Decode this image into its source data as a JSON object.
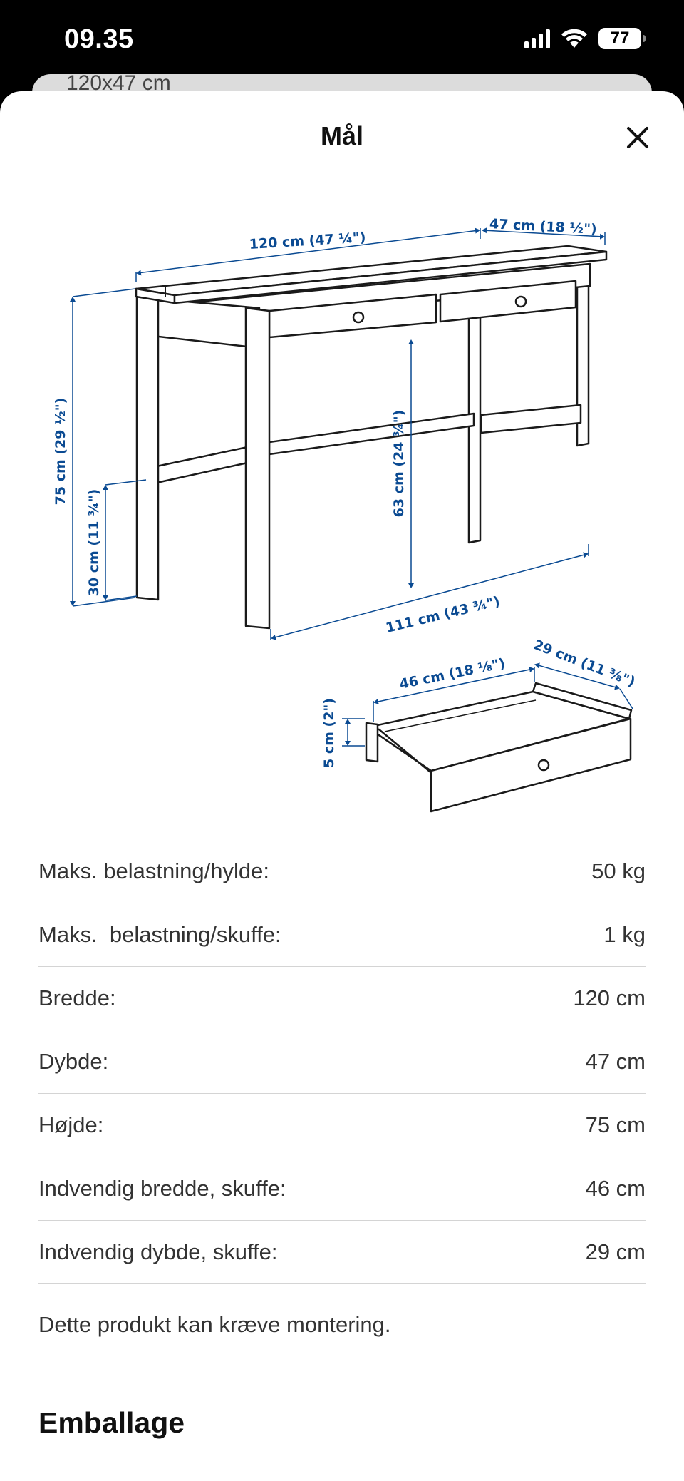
{
  "status_bar": {
    "time": "09.35",
    "battery": "77",
    "icons": [
      "signal-icon",
      "wifi-icon",
      "battery-icon"
    ]
  },
  "background_sheet": {
    "partial_text": "120x47 cm"
  },
  "sheet": {
    "title": "Mål",
    "close_icon": "close-icon"
  },
  "diagram": {
    "labels": {
      "width": "120 cm (47 ¼\")",
      "depth": "47 cm (18 ½\")",
      "height": "75 cm (29 ½\")",
      "shelf_height": "30 cm (11 ¾\")",
      "under_clearance": "63 cm (24 ¾\")",
      "inner_width": "111 cm (43 ¾\")",
      "drawer_width": "46 cm (18 ⅛\")",
      "drawer_depth": "29 cm (11 ⅜\")",
      "drawer_height": "5 cm (2\")"
    }
  },
  "specs": [
    {
      "label": "Maks. belastning/hylde:",
      "value": "50 kg"
    },
    {
      "label": "Maks.  belastning/skuffe:",
      "value": "1 kg"
    },
    {
      "label": "Bredde:",
      "value": "120 cm"
    },
    {
      "label": "Dybde:",
      "value": "47 cm"
    },
    {
      "label": "Højde:",
      "value": "75 cm"
    },
    {
      "label": "Indvendig bredde, skuffe:",
      "value": "46 cm"
    },
    {
      "label": "Indvendig dybde, skuffe:",
      "value": "29 cm"
    }
  ],
  "note": "Dette produkt kan kræve montering.",
  "packaging_heading": "Emballage",
  "colors": {
    "dimension_blue": "#0a4a92",
    "line": "#1a1a1a",
    "divider": "#d4d4d4"
  }
}
